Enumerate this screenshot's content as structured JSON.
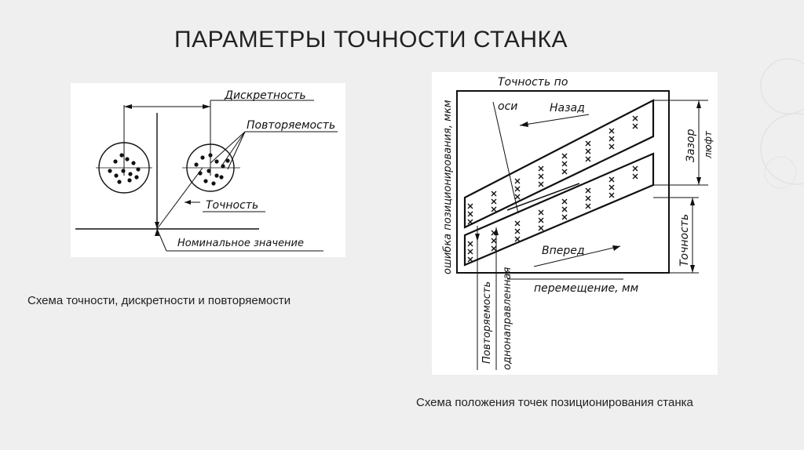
{
  "slide": {
    "title": "ПАРАМЕТРЫ ТОЧНОСТИ СТАНКА"
  },
  "left_diagram": {
    "label_discreteness": "Дискретность",
    "label_repeatability": "Повторяемость",
    "label_accuracy": "Точность",
    "label_nominal": "Номинальное значение",
    "caption": "Схема точности, дискретности и повторяемости"
  },
  "right_diagram": {
    "label_accuracy_axis_line1": "Точность по",
    "label_accuracy_axis_line2": "оси",
    "label_back": "Назад",
    "label_forward": "Вперед",
    "label_gap": "Зазор",
    "label_backlash": "люфт",
    "label_accuracy": "Точность",
    "label_y_axis": "ошибка позиционирования, мкм",
    "label_x_axis": "перемещение, мм",
    "label_repeatability": "Повторяемость",
    "label_unidirectional": "однонаправленная",
    "caption": "Схема положения точек позиционирования станка"
  },
  "colors": {
    "background": "#efefef",
    "panel": "#ffffff",
    "ink": "#111111"
  }
}
